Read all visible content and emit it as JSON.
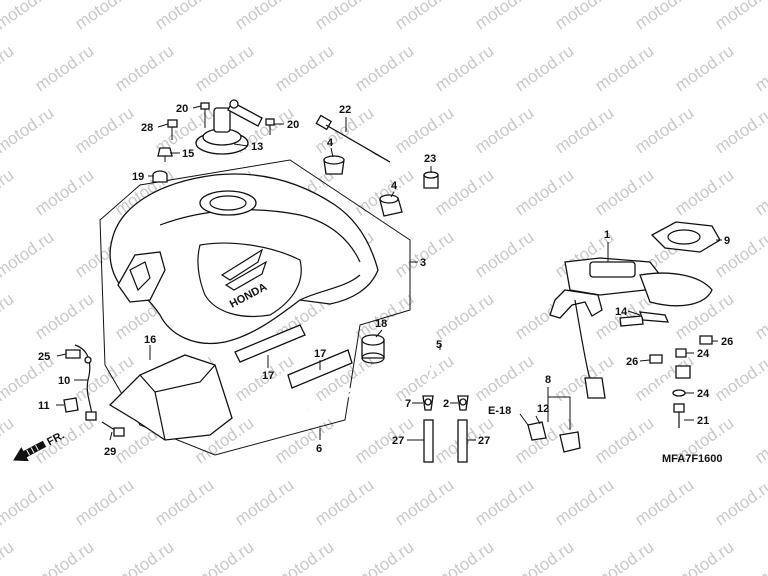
{
  "watermark": "motod.ru",
  "diagram_code": "MFA7F1600",
  "direction_label": "FR.",
  "reference_label": "E-18",
  "brand_text": "HONDA",
  "callouts": {
    "c1": "1",
    "c2": "2",
    "c3": "3",
    "c4a": "4",
    "c4b": "4",
    "c5": "5",
    "c6": "6",
    "c7": "7",
    "c8": "8",
    "c9": "9",
    "c10": "10",
    "c11": "11",
    "c12": "12",
    "c13": "13",
    "c14": "14",
    "c15": "15",
    "c16": "16",
    "c17a": "17",
    "c17b": "17",
    "c18": "18",
    "c19": "19",
    "c20a": "20",
    "c20b": "20",
    "c21": "21",
    "c22": "22",
    "c23": "23",
    "c24a": "24",
    "c24b": "24",
    "c25": "25",
    "c26a": "26",
    "c26b": "26",
    "c27a": "27",
    "c27b": "27",
    "c28": "28",
    "c29": "29"
  }
}
